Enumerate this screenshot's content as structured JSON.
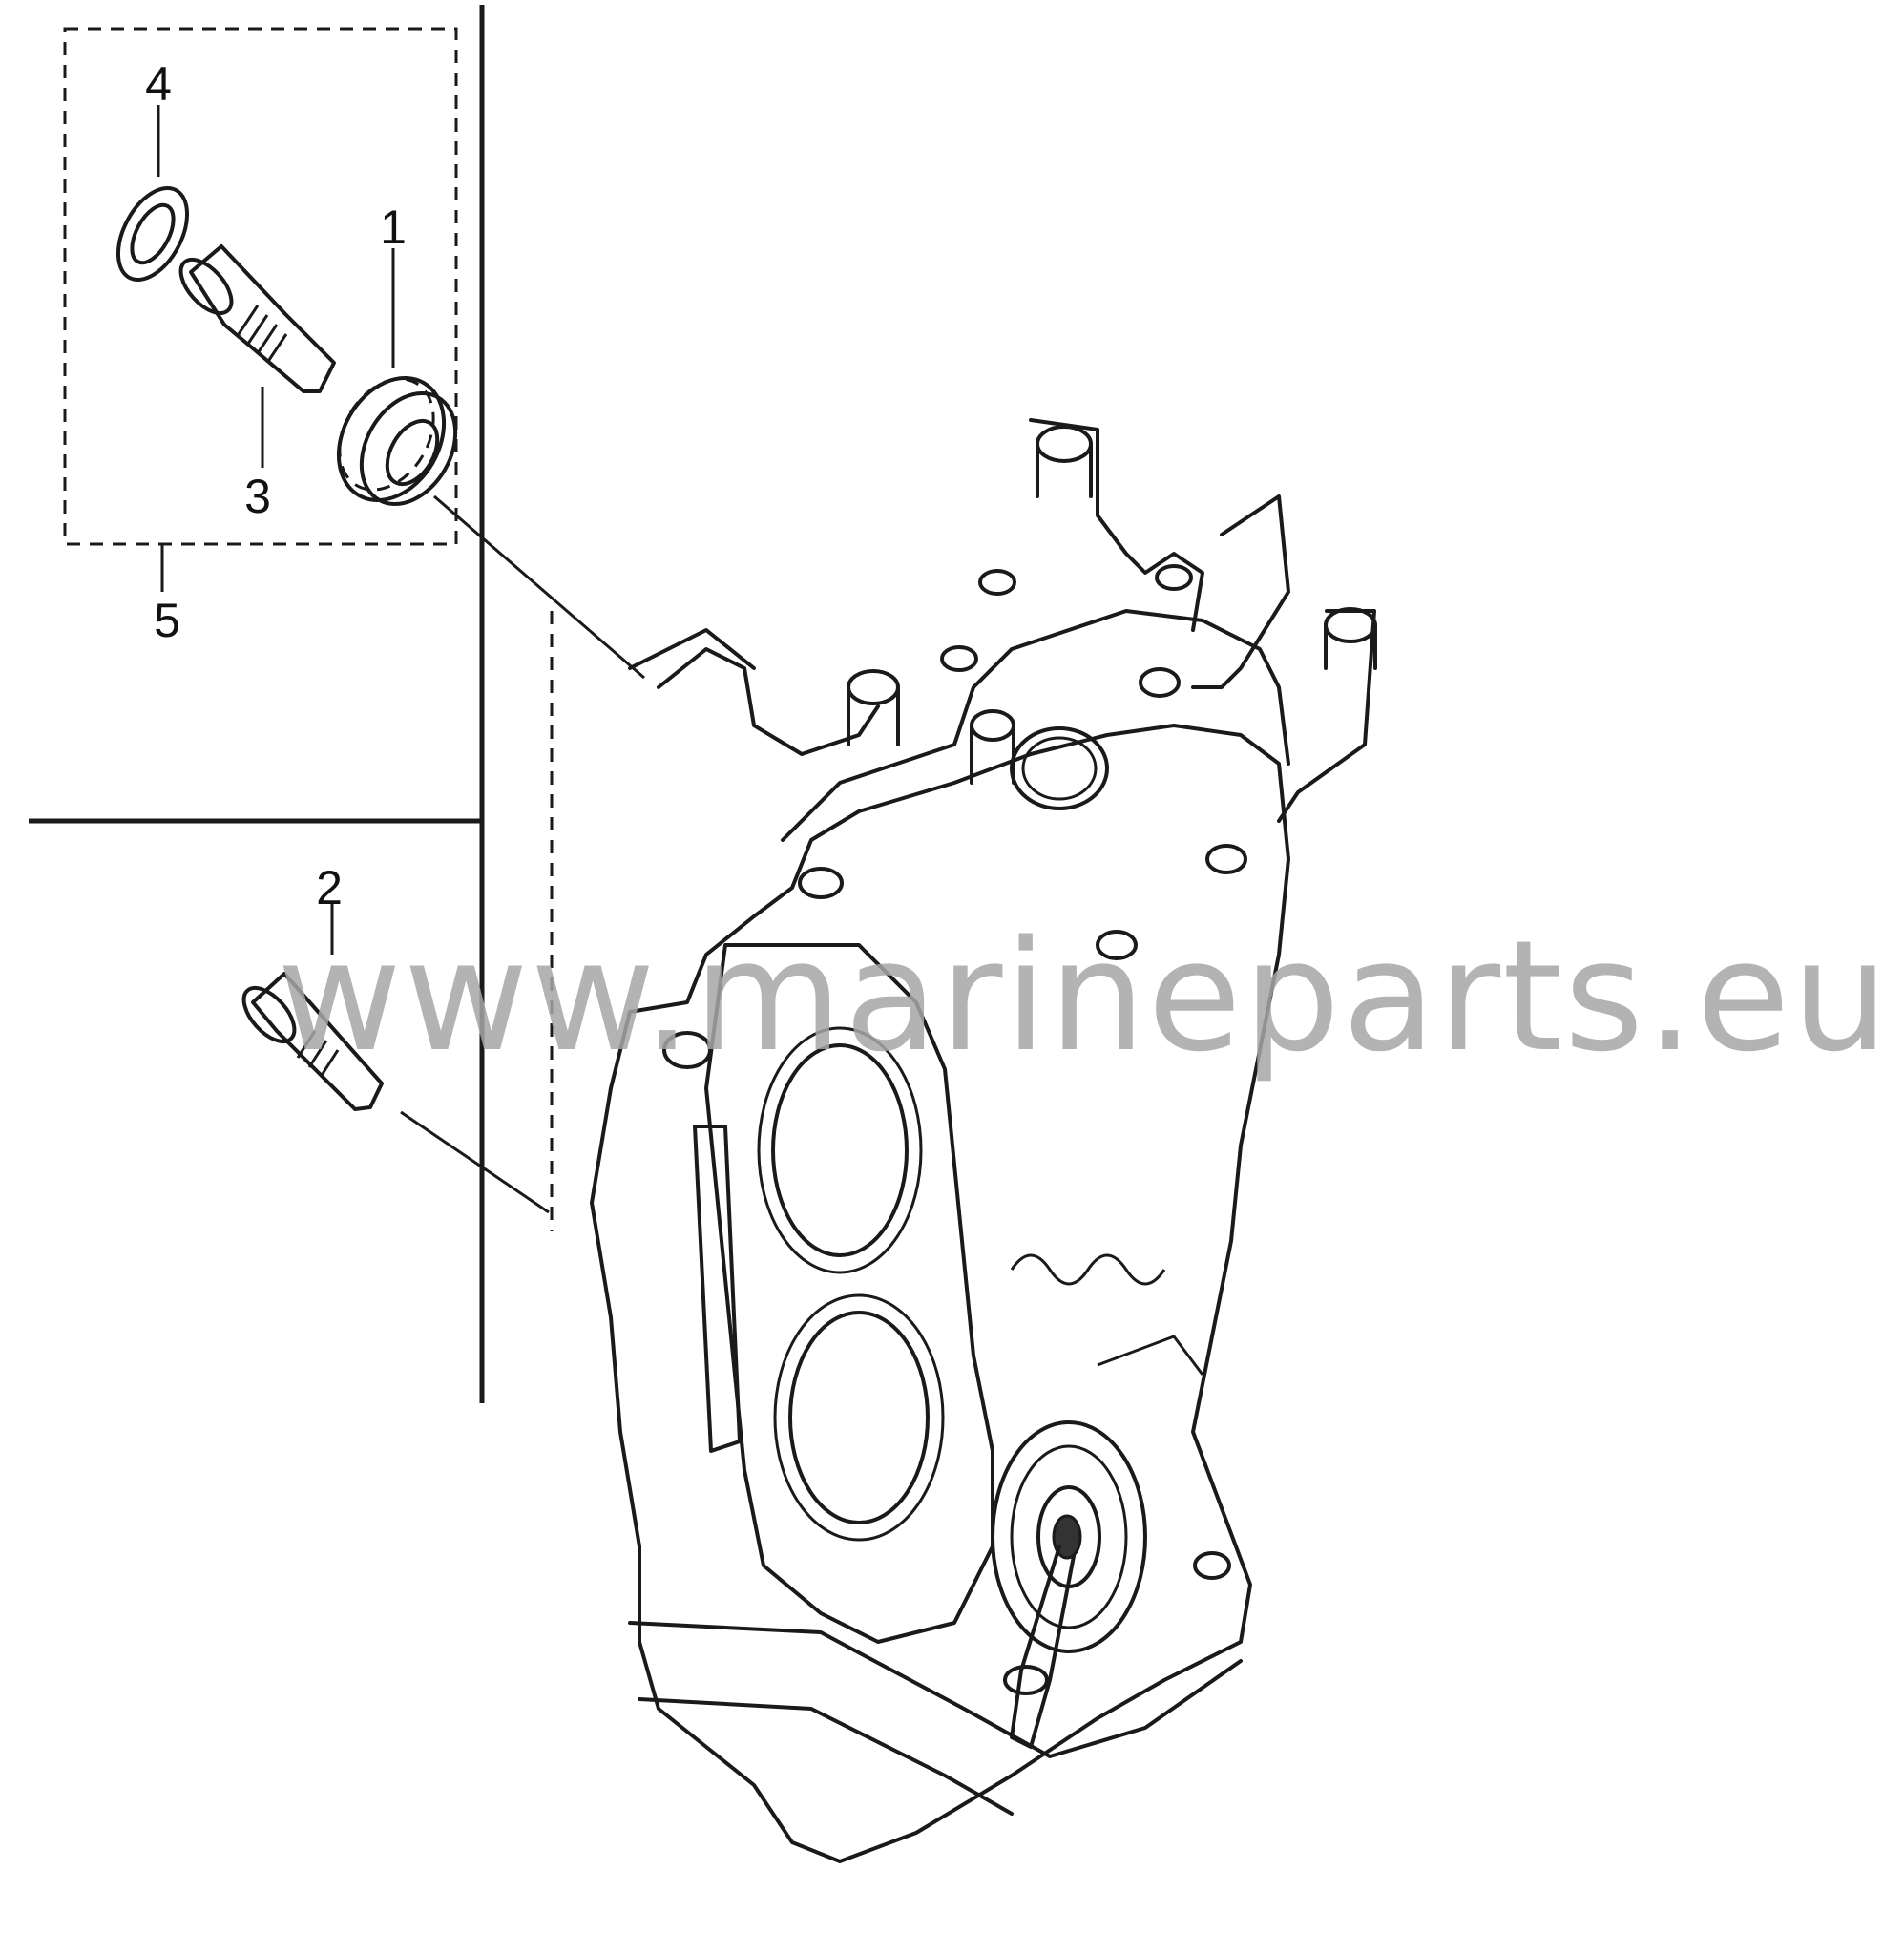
{
  "callouts": {
    "part_1": "1",
    "part_2": "2",
    "part_3": "3",
    "part_4": "4",
    "part_5": "5"
  },
  "watermark": "www.marineparts.eu",
  "colors": {
    "line": "#1a1a1a",
    "watermark": "#a6a6a6",
    "background": "#ffffff"
  },
  "icons": [
    "oil-seal-icon",
    "shaft-icon",
    "gear-icon",
    "shaft-short-icon",
    "engine-block-icon"
  ]
}
